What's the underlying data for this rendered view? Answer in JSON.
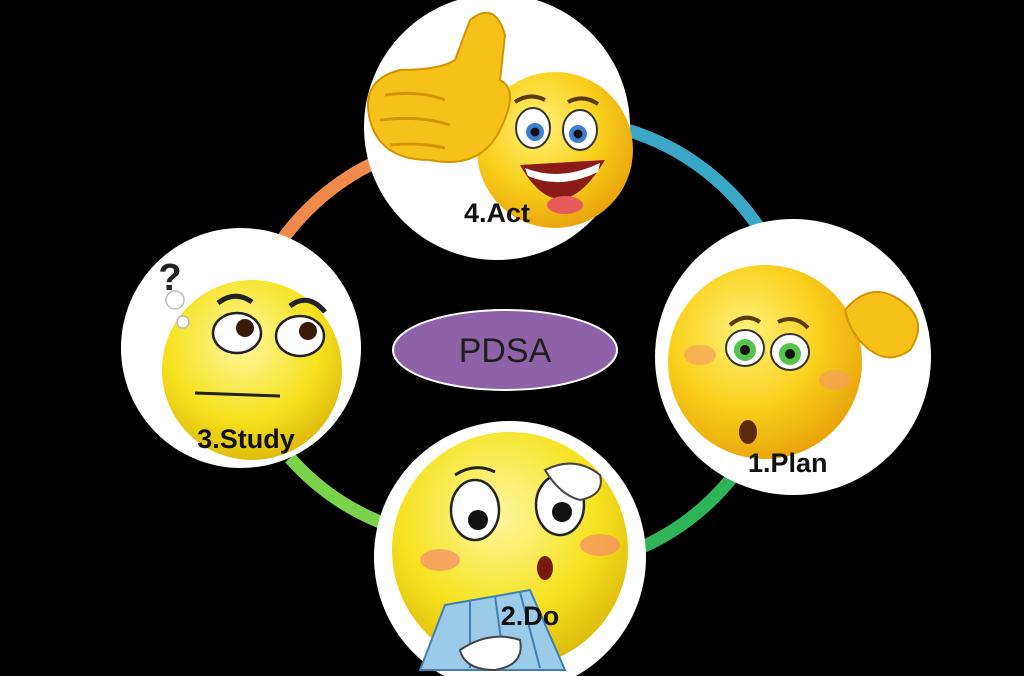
{
  "diagram": {
    "center": {
      "label": "PDSA",
      "fill": "#8e62a6"
    },
    "stages": [
      {
        "id": "plan",
        "label": "1.Plan",
        "face": "worried-thinking-face-icon"
      },
      {
        "id": "do",
        "label": "2.Do",
        "face": "surprised-fan-face-icon"
      },
      {
        "id": "study",
        "label": "3.Study",
        "face": "confused-question-face-icon"
      },
      {
        "id": "act",
        "label": "4.Act",
        "face": "thumbs-up-grin-face-icon"
      }
    ],
    "ring_colors": {
      "act_to_plan": "#3aa7c7",
      "plan_to_do": "#2fb45a",
      "do_to_study": "#7ad34a",
      "study_to_act": "#f08a4b"
    },
    "face_color": "#f7c41a"
  }
}
